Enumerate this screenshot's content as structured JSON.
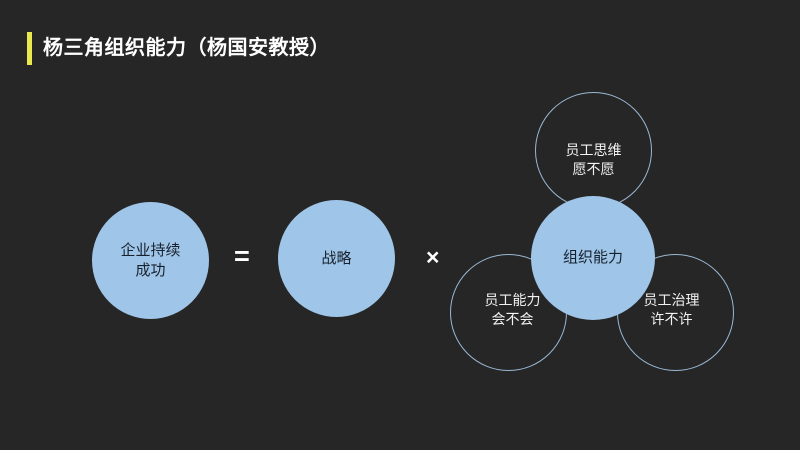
{
  "slide": {
    "background_color": "#262626",
    "accent_color": "#e9e94e",
    "circle_fill_color": "#9fc5e8",
    "circle_stroke_color": "#9ab8d4"
  },
  "header": {
    "title": "杨三角组织能力（杨国安教授）",
    "accent_bar_name": "title-accent-bar"
  },
  "diagram": {
    "equation": {
      "equals_symbol": "=",
      "times_symbol": "×"
    },
    "nodes": [
      {
        "id": "success",
        "style": "filled",
        "line1": "企业持续",
        "line2": "成功"
      },
      {
        "id": "strategy",
        "style": "filled",
        "line1": "战略",
        "line2": ""
      },
      {
        "id": "org-capability",
        "style": "filled",
        "line1": "组织能力",
        "line2": ""
      },
      {
        "id": "employee-mindset",
        "style": "outlined",
        "line1": "员工思维",
        "line2": "愿不愿"
      },
      {
        "id": "employee-ability",
        "style": "outlined",
        "line1": "员工能力",
        "line2": "会不会"
      },
      {
        "id": "employee-governance",
        "style": "outlined",
        "line1": "员工治理",
        "line2": "许不许"
      }
    ]
  }
}
